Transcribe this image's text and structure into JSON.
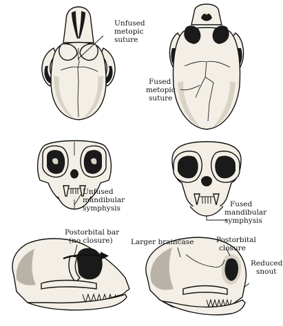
{
  "labels": {
    "unfused_metopic": [
      "Unfused",
      "metopic",
      "suture"
    ],
    "fused_metopic": [
      "Fused",
      "metopic",
      "suture"
    ],
    "unfused_mandibular": [
      "Unfused",
      "mandibular",
      "symphysis"
    ],
    "fused_mandibular": [
      "Fused",
      "mandibular",
      "symphysis"
    ],
    "postorbital_bar": [
      "Postorbital bar",
      "(no closure)"
    ],
    "larger_braincase": "Larger braincase",
    "postorbital_closure": [
      "Postorbital",
      "closure"
    ],
    "reduced_snout": [
      "Reduced",
      "snout"
    ]
  }
}
